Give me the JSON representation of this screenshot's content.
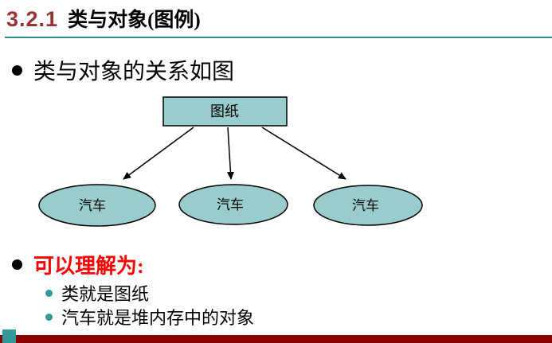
{
  "slide": {
    "title": {
      "number": "3.2.1",
      "text": "类与对象(图例)"
    },
    "bullets": {
      "main1": "类与对象的关系如图",
      "main2": "可以理解为:",
      "sub": [
        "类就是图纸",
        "汽车就是堆内存中的对象"
      ]
    },
    "diagram": {
      "box_label": "图纸",
      "ellipse_labels": [
        "汽车",
        "汽车",
        "汽车"
      ]
    },
    "colors": {
      "title_number": "#993333",
      "underline": "#2E8B8B",
      "shape_fill": "#99CCCC",
      "shape_border": "#000000",
      "emphasis_red": "#FF0000",
      "sub_bullet_dot": "#339999",
      "footer_bar": "#8B0000",
      "footer_square": "#339999"
    }
  }
}
